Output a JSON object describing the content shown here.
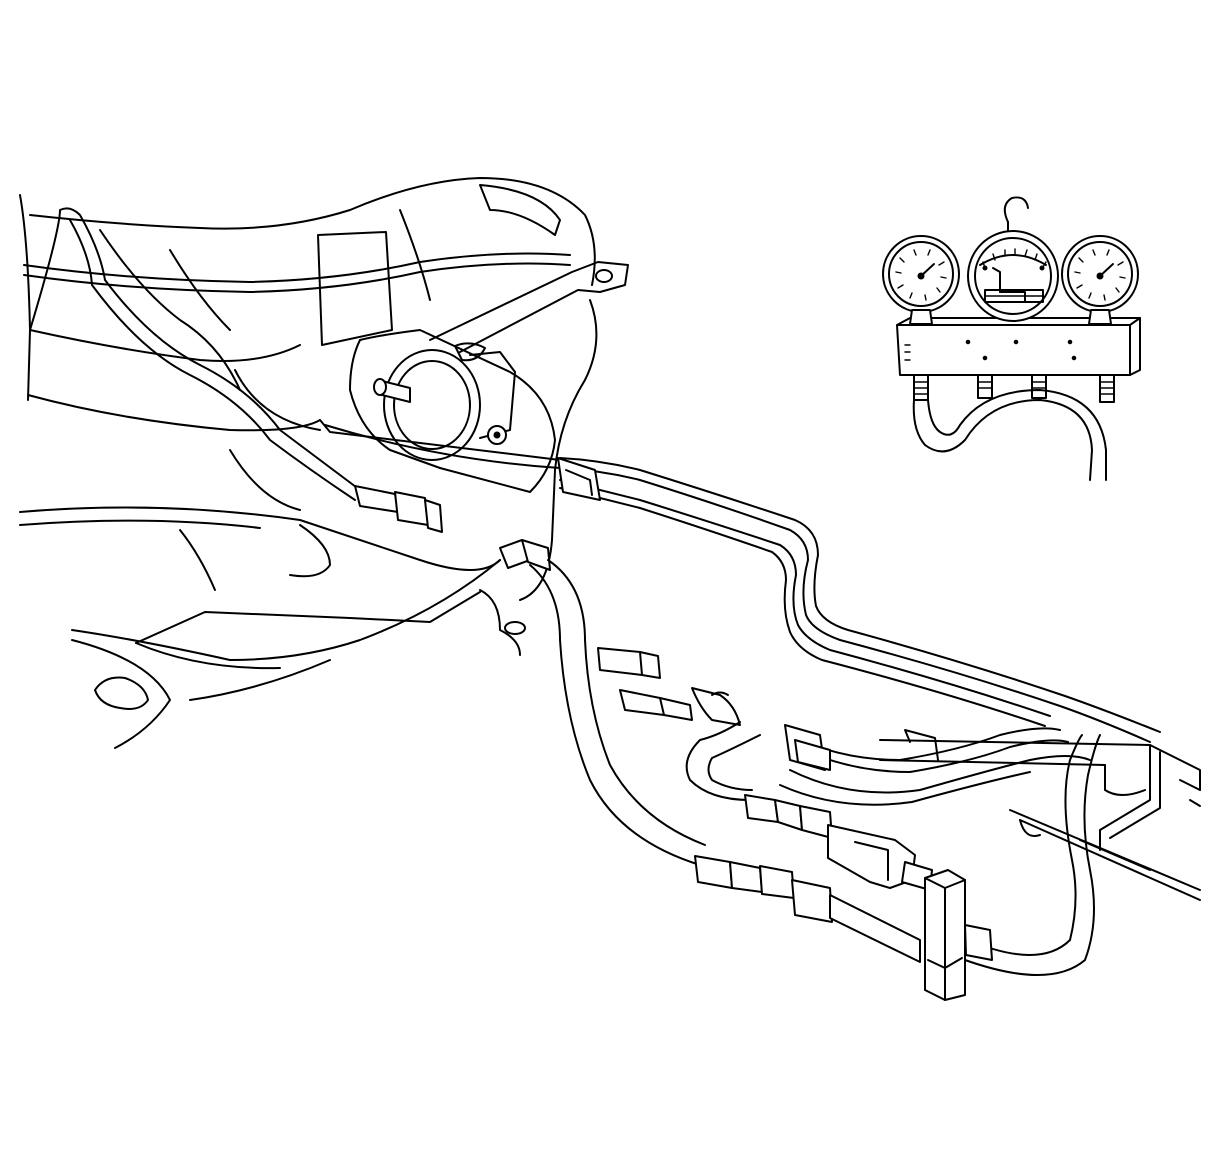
{
  "diagram": {
    "style": "black line art on white",
    "colors": {
      "background": "#ffffff",
      "line": "#000000"
    },
    "components": [
      "fuel-tank",
      "fuel-filter",
      "mounting-bracket",
      "fuel-lines",
      "frame-rail",
      "quick-connect-fittings",
      "adapter-hoses",
      "tee-fitting",
      "gauge-manifold",
      "pressure-gauge-left",
      "vacuum-gauge-center",
      "pressure-gauge-right"
    ]
  }
}
